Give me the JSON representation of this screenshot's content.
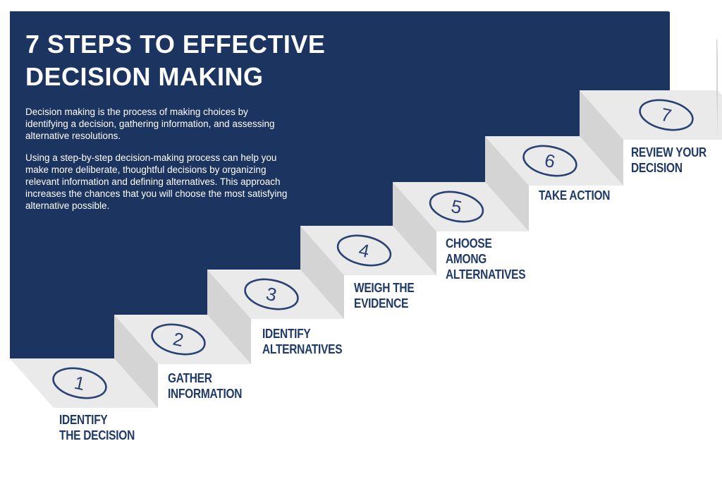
{
  "title": {
    "line1": "7 STEPS TO EFFECTIVE",
    "line2": "DECISION MAKING"
  },
  "intro": {
    "paragraph1": "Decision making is the process of making choices by identifying a decision, gathering information, and assessing alternative resolutions.",
    "paragraph2": "Using a step-by-step decision-making process can help you make more deliberate, thoughtful decisions by organizing relevant information and defining alternatives. This approach increases the chances that you will choose the most satisfying alternative possible."
  },
  "colors": {
    "navy": "#1c3560",
    "label": "#1f3a68",
    "tread": "#eaeaea",
    "riser": "#d4d4d4",
    "badge_stroke": "#2a4273"
  },
  "steps": [
    {
      "number": "1",
      "label_lines": [
        "IDENTIFY",
        "THE DECISION"
      ]
    },
    {
      "number": "2",
      "label_lines": [
        "GATHER",
        "INFORMATION"
      ]
    },
    {
      "number": "3",
      "label_lines": [
        "IDENTIFY",
        "ALTERNATIVES"
      ]
    },
    {
      "number": "4",
      "label_lines": [
        "WEIGH THE",
        "EVIDENCE"
      ]
    },
    {
      "number": "5",
      "label_lines": [
        "CHOOSE",
        "AMONG",
        "ALTERNATIVES"
      ]
    },
    {
      "number": "6",
      "label_lines": [
        "TAKE ACTION"
      ]
    },
    {
      "number": "7",
      "label_lines": [
        "REVIEW YOUR",
        "DECISION"
      ]
    }
  ]
}
